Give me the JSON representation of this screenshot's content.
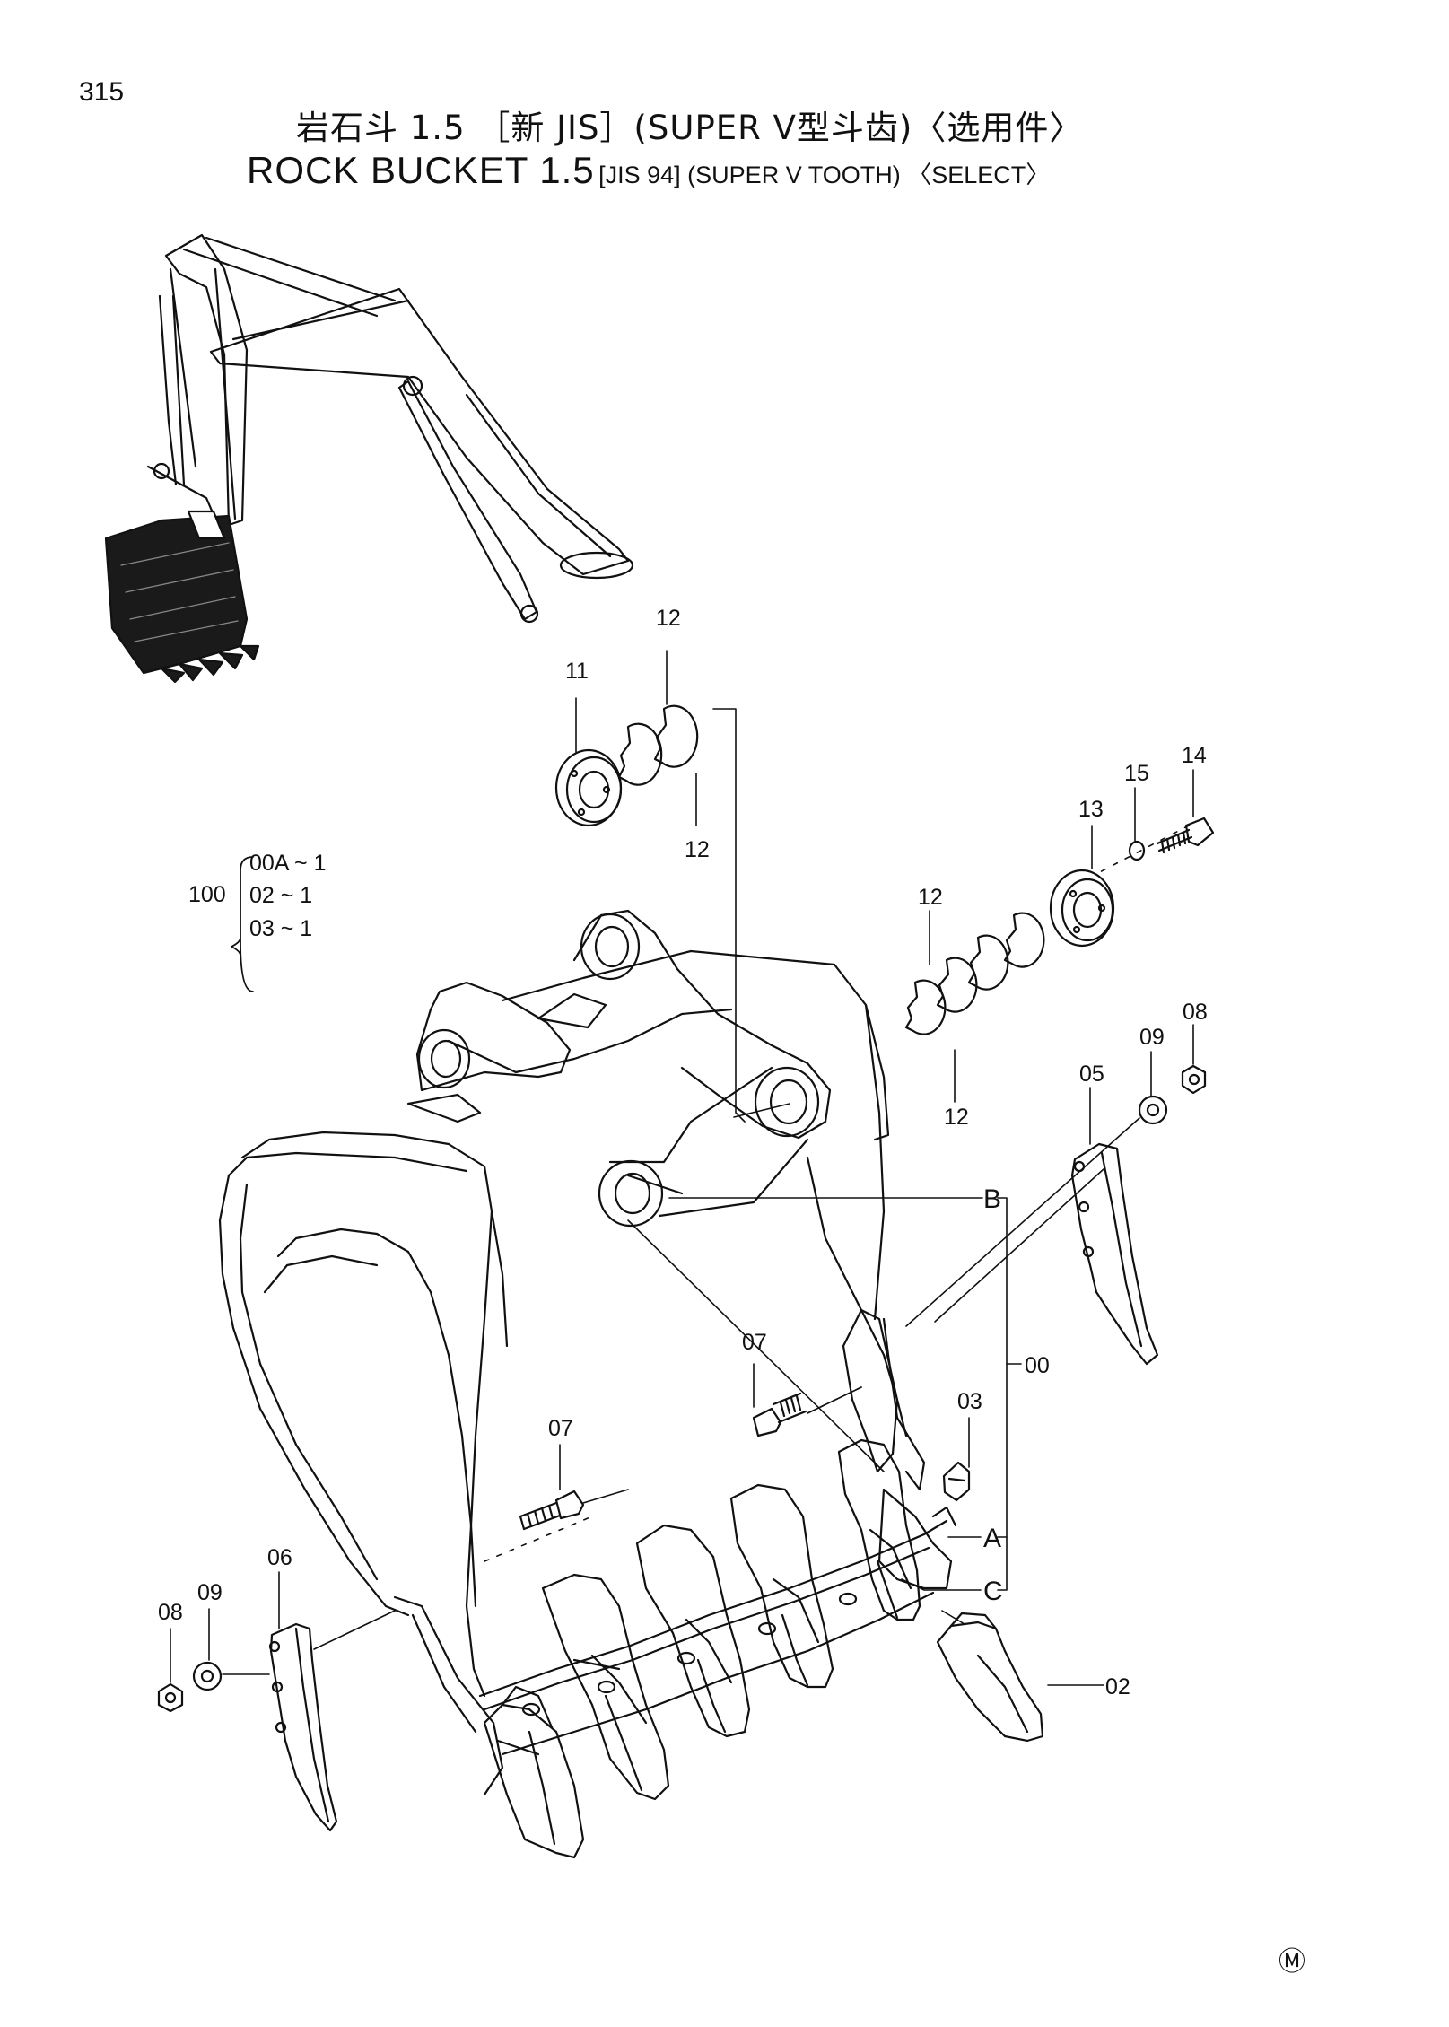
{
  "page": {
    "number": "315",
    "title_zh": "岩石斗 1.5 ［新 JIS］(SUPER V型斗齿)〈选用件〉",
    "title_en_main": "ROCK BUCKET 1.5",
    "title_en_sub": "[JIS 94] (SUPER V TOOTH) 〈SELECT〉",
    "mark": "Ⓜ"
  },
  "assembly": {
    "number": "100",
    "items": [
      "00A ~ 1",
      "02 ~ 1",
      "03 ~ 1"
    ]
  },
  "callouts": {
    "c11": "11",
    "c12a": "12",
    "c12b": "12",
    "c12c": "12",
    "c12d": "12",
    "c13": "13",
    "c14": "14",
    "c15": "15",
    "c08r": "08",
    "c09r": "09",
    "c05": "05",
    "cB": "B",
    "c00": "00",
    "c07a": "07",
    "c07b": "07",
    "c03": "03",
    "cA": "A",
    "cC": "C",
    "c06": "06",
    "c08l": "08",
    "c09l": "09",
    "c02": "02"
  }
}
